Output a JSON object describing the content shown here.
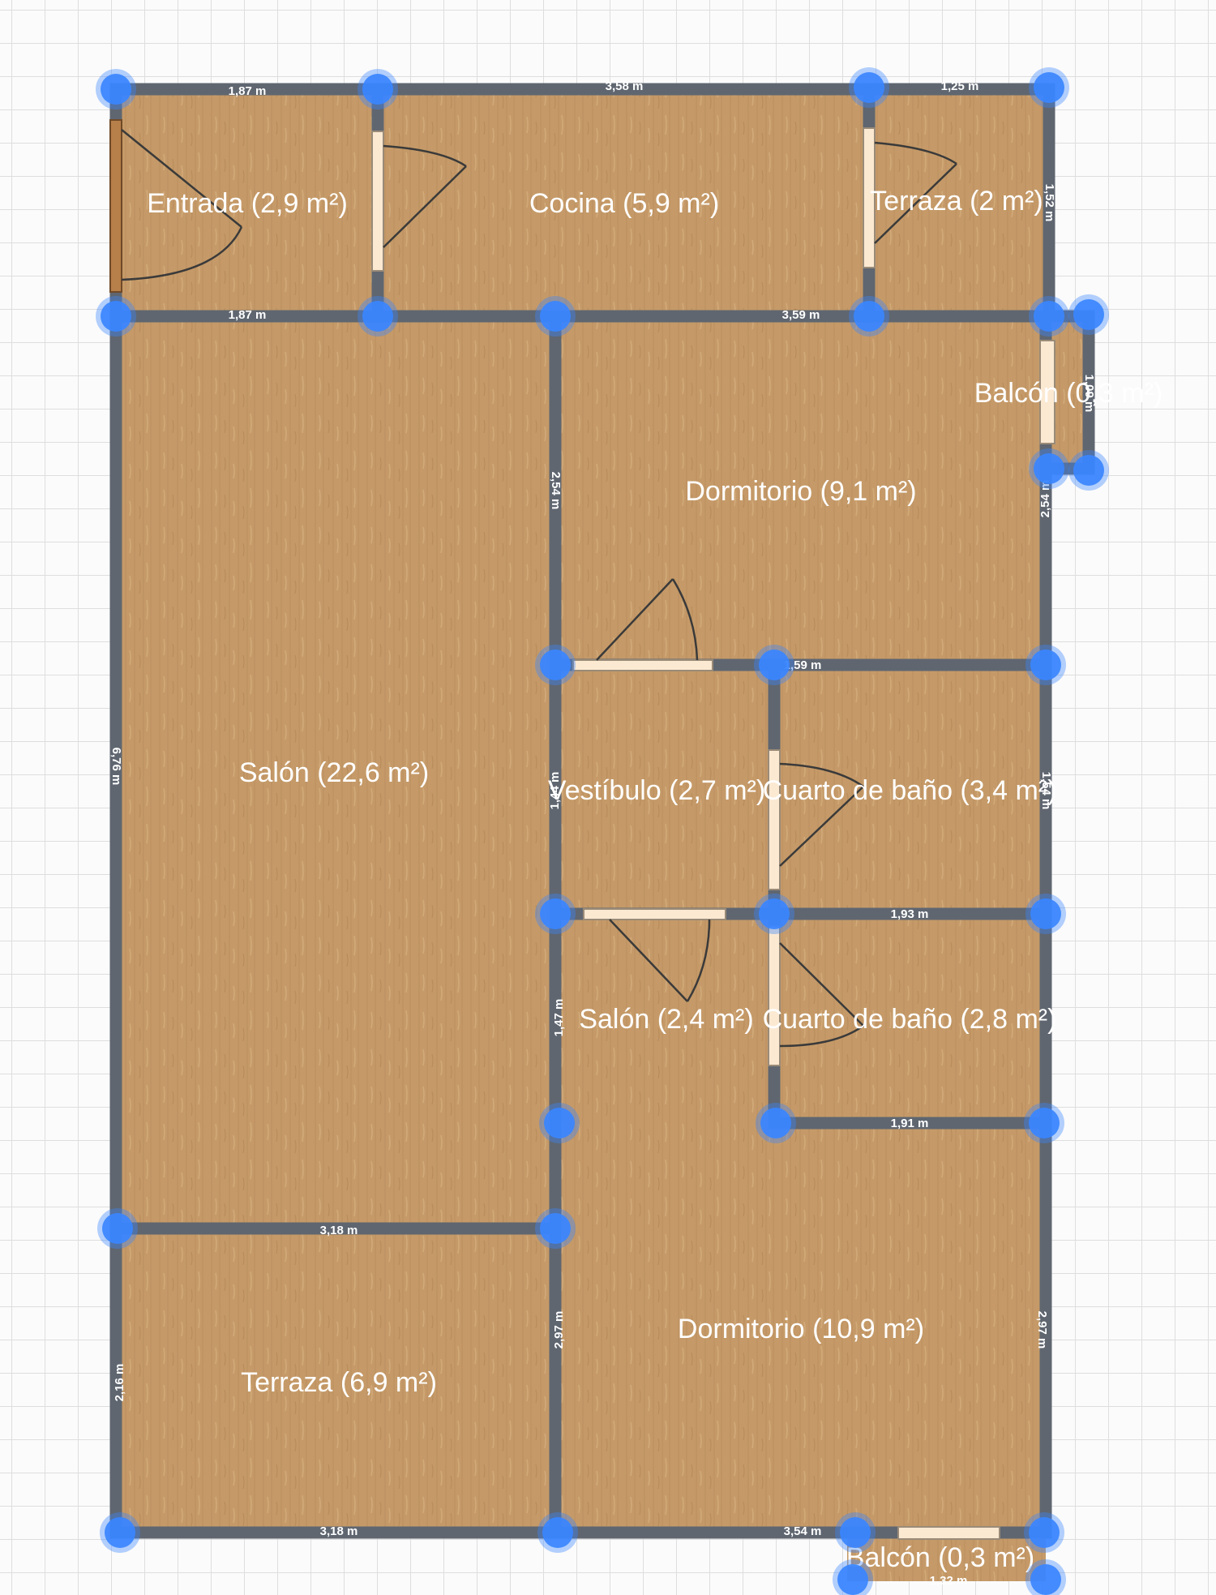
{
  "rooms": [
    {
      "id": "entrada",
      "label": "Entrada (2,9 m²)"
    },
    {
      "id": "cocina",
      "label": "Cocina (5,9 m²)"
    },
    {
      "id": "terraza-top",
      "label": "Terraza (2 m²)"
    },
    {
      "id": "balcon-right",
      "label": "Balcón (0,3 m²)"
    },
    {
      "id": "dormitorio-1",
      "label": "Dormitorio (9,1 m²)"
    },
    {
      "id": "salon-main",
      "label": "Salón (22,6 m²)"
    },
    {
      "id": "vestibulo",
      "label": "Vestíbulo (2,7 m²)"
    },
    {
      "id": "bano-1",
      "label": "Cuarto de baño (3,4 m²)"
    },
    {
      "id": "salon-small",
      "label": "Salón (2,4 m²)"
    },
    {
      "id": "bano-2",
      "label": "Cuarto de baño (2,8 m²)"
    },
    {
      "id": "dormitorio-2",
      "label": "Dormitorio (10,9 m²)"
    },
    {
      "id": "terraza-bottom",
      "label": "Terraza (6,9 m²)"
    },
    {
      "id": "balcon-bottom",
      "label": "Balcón (0,3 m²)"
    }
  ],
  "dimensions": [
    "1,87 m",
    "3,58 m",
    "1,25 m",
    "1,87 m",
    "3,59 m",
    "1,52 m",
    "2,54 m",
    "2,54 m",
    "6,76 m",
    "1,59 m",
    "1,44 m",
    "1,54 m",
    "1,93 m",
    "1,47 m",
    "1,91 m",
    "3,18 m",
    "2,16 m",
    "2,97 m",
    "2,97 m",
    "3,18 m",
    "3,54 m",
    "1,32 m",
    "1,09 m"
  ],
  "colors": {
    "wall": "#5f6670",
    "floor": "#c59a68",
    "handle": "#3a86ff",
    "grid": "#dedede"
  }
}
